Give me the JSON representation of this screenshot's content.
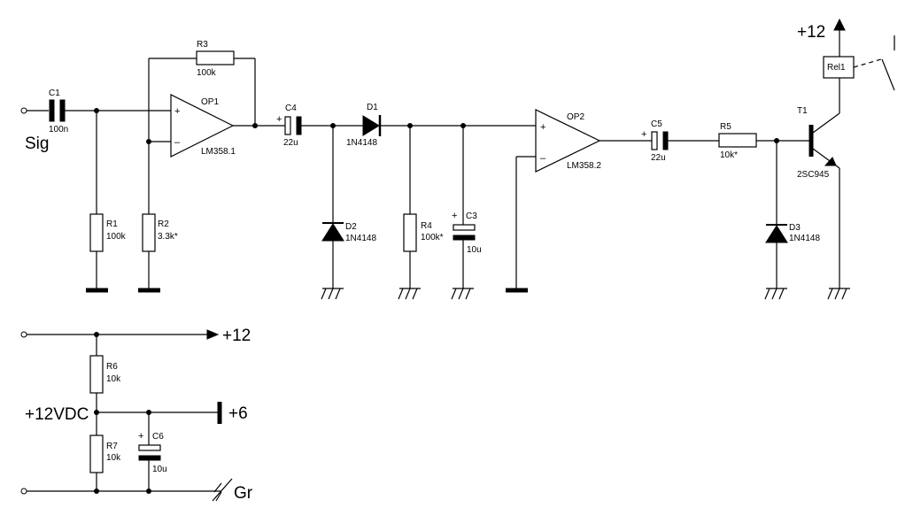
{
  "labels": {
    "sig": "Sig",
    "plus12_top": "+12",
    "plus12_supply": "+12",
    "plus12vdc": "+12VDC",
    "plus6": "+6",
    "gr": "Gr"
  },
  "components": {
    "c1": {
      "ref": "C1",
      "value": "100n"
    },
    "r1": {
      "ref": "R1",
      "value": "100k"
    },
    "r2": {
      "ref": "R2",
      "value": "3.3k*"
    },
    "r3": {
      "ref": "R3",
      "value": "100k"
    },
    "op1": {
      "ref": "OP1",
      "part": "LM358.1"
    },
    "c4": {
      "ref": "C4",
      "value": "22u"
    },
    "d1": {
      "ref": "D1",
      "part": "1N4148"
    },
    "d2": {
      "ref": "D2",
      "part": "1N4148"
    },
    "r4": {
      "ref": "R4",
      "value": "100k*"
    },
    "c3": {
      "ref": "C3",
      "value": "10u"
    },
    "op2": {
      "ref": "OP2",
      "part": "LM358.2"
    },
    "c5": {
      "ref": "C5",
      "value": "22u"
    },
    "r5": {
      "ref": "R5",
      "value": "10k*"
    },
    "t1": {
      "ref": "T1",
      "part": "2SC945"
    },
    "d3": {
      "ref": "D3",
      "part": "1N4148"
    },
    "rel1": {
      "ref": "Rel1"
    },
    "r6": {
      "ref": "R6",
      "value": "10k"
    },
    "r7": {
      "ref": "R7",
      "value": "10k"
    },
    "c6": {
      "ref": "C6",
      "value": "10u"
    }
  },
  "symbols": {
    "plus": "+",
    "minus": "–"
  }
}
